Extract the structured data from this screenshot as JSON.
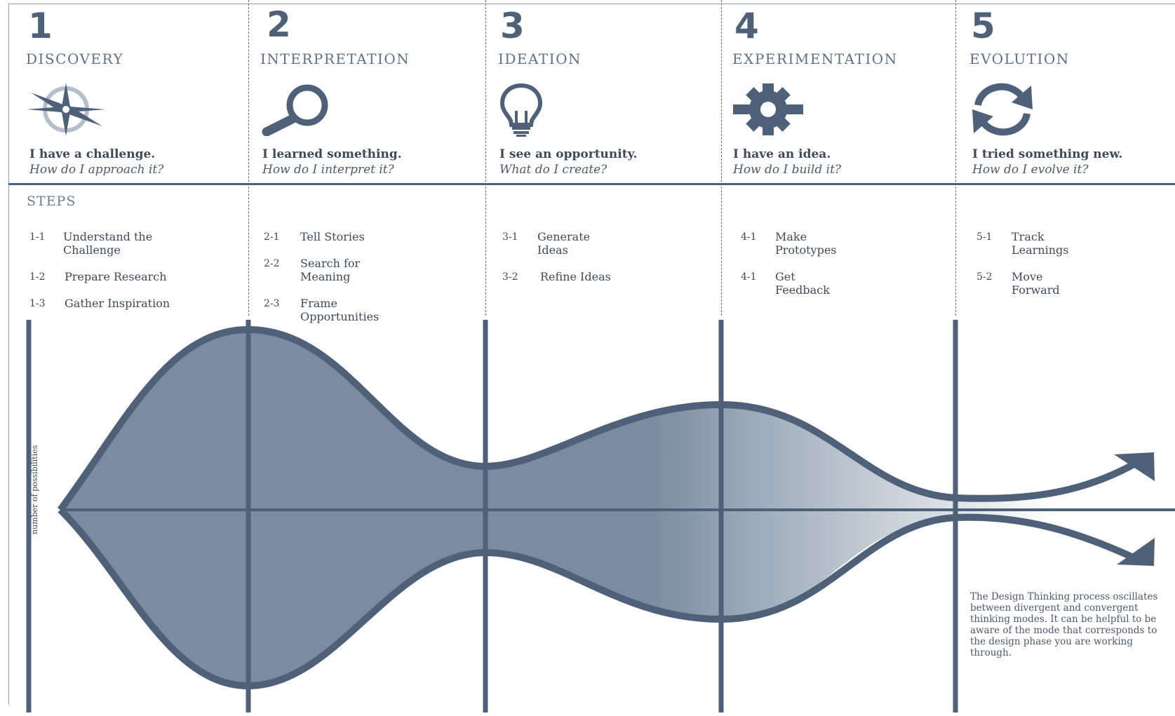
{
  "phases": [
    {
      "number": "1",
      "title": "DISCOVERY",
      "icon": "compass-icon",
      "statement": "I have a challenge.",
      "question": "How do I approach it?"
    },
    {
      "number": "2",
      "title": "INTERPRETATION",
      "icon": "magnifier-icon",
      "statement": "I learned something.",
      "question": "How do I interpret it?"
    },
    {
      "number": "3",
      "title": "IDEATION",
      "icon": "lightbulb-icon",
      "statement": "I see an opportunity.",
      "question": "What do I create?"
    },
    {
      "number": "4",
      "title": "EXPERIMENTATION",
      "icon": "gear-icon",
      "statement": "I have an idea.",
      "question": "How do I build it?"
    },
    {
      "number": "5",
      "title": "EVOLUTION",
      "icon": "refresh-icon",
      "statement": "I tried something new.",
      "question": "How do I evolve it?"
    }
  ],
  "steps_label": "STEPS",
  "steps": {
    "s1_1": {
      "num": "1-1",
      "l1": "Understand the",
      "l2": "Challenge"
    },
    "s1_2": {
      "num": "1-2",
      "l1": "Prepare Research"
    },
    "s1_3": {
      "num": "1-3",
      "l1": "Gather Inspiration"
    },
    "s2_1": {
      "num": "2-1",
      "l1": "Tell Stories"
    },
    "s2_2": {
      "num": "2-2",
      "l1": "Search for",
      "l2": "Meaning"
    },
    "s2_3": {
      "num": "2-3",
      "l1": "Frame",
      "l2": "Opportunities"
    },
    "s3_1": {
      "num": "3-1",
      "l1": "Generate",
      "l2": "Ideas"
    },
    "s3_2": {
      "num": "3-2",
      "l1": "Refine Ideas"
    },
    "s4_1": {
      "num": "4-1",
      "l1": "Make",
      "l2": "Prototypes"
    },
    "s4_2": {
      "num": "4-1",
      "l1": "Get",
      "l2": "Feedback"
    },
    "s5_1": {
      "num": "5-1",
      "l1": "Track",
      "l2": "Learnings"
    },
    "s5_2": {
      "num": "5-2",
      "l1": "Move",
      "l2": "Forward"
    }
  },
  "y_axis_label": "number of possibilities",
  "note": "The Design Thinking process oscillates between divergent and convergent thinking modes. It can be helpful to be aware of the mode that corresponds to the design phase you are working through.",
  "colors": {
    "primary": "#4f6179",
    "fill_start": "#7a8ca1",
    "fill_end": "#ffffff"
  }
}
